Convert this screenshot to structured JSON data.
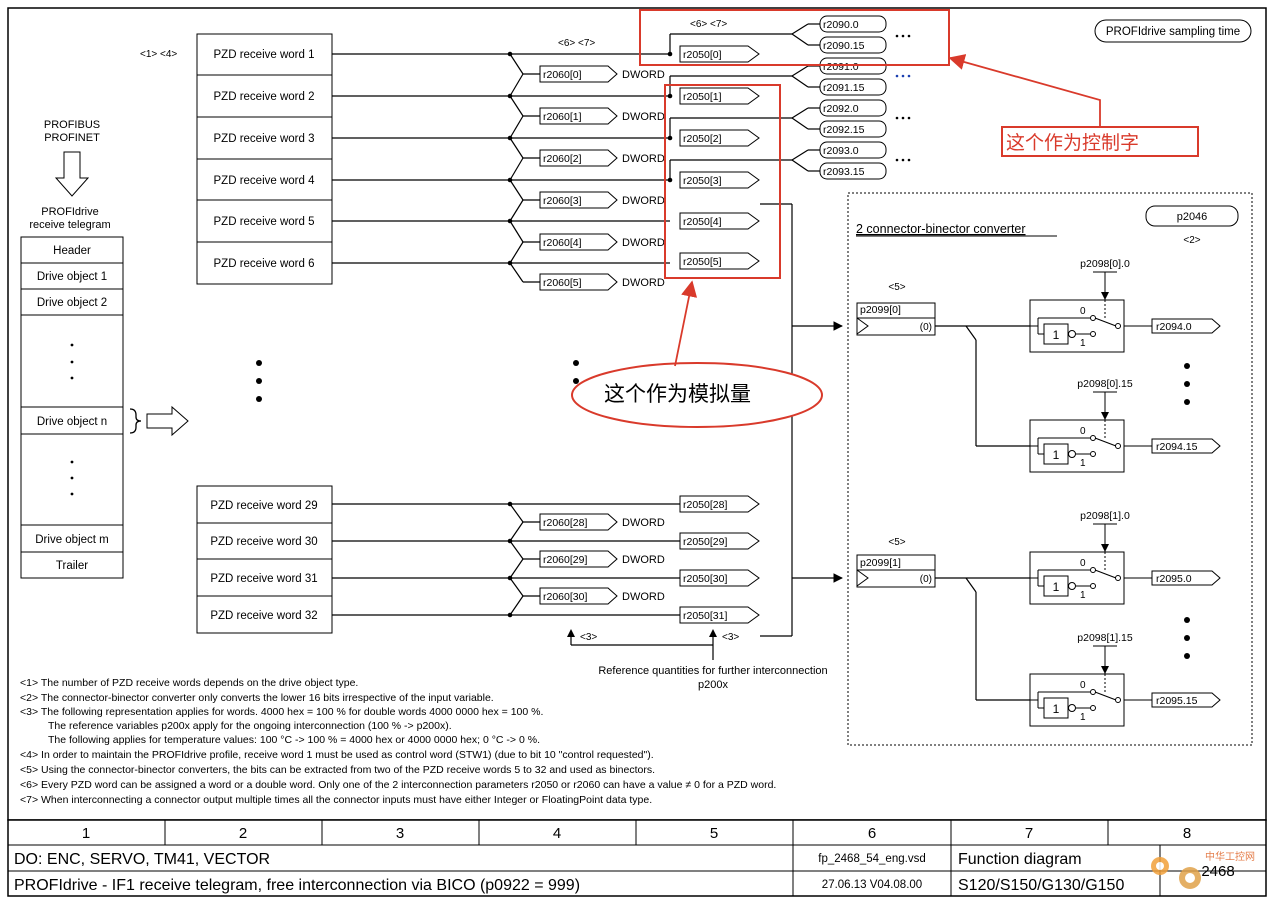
{
  "header": {
    "sampling_time": "PROFIdrive sampling time",
    "fieldbus_line1": "PROFIBUS",
    "fieldbus_line2": "PROFINET",
    "telegram_line1": "PROFIdrive",
    "telegram_line2": "receive telegram",
    "ref_1_4": "<1>  <4>",
    "ref_6_7_left": "<6>  <7>",
    "ref_6_7_top": "<6>   <7>"
  },
  "telegram_blocks": [
    "Header",
    "Drive object 1",
    "Drive object 2",
    "Drive object n",
    "Drive object m",
    "Trailer"
  ],
  "pzd_words_top": [
    "PZD receive word 1",
    "PZD receive word 2",
    "PZD receive word 3",
    "PZD receive word 4",
    "PZD receive word 5",
    "PZD receive word 6"
  ],
  "pzd_words_bottom": [
    "PZD receive word 29",
    "PZD receive word 30",
    "PZD receive word 31",
    "PZD receive word 32"
  ],
  "r2060_top": [
    "r2060[0]",
    "r2060[1]",
    "r2060[2]",
    "r2060[3]",
    "r2060[4]",
    "r2060[5]"
  ],
  "r2060_bottom": [
    "r2060[28]",
    "r2060[29]",
    "r2060[30]"
  ],
  "dword_label": "DWORD",
  "r2050_top": [
    "r2050[0]",
    "r2050[1]",
    "r2050[2]",
    "r2050[3]",
    "r2050[4]",
    "r2050[5]"
  ],
  "r2050_bottom": [
    "r2050[28]",
    "r2050[29]",
    "r2050[30]",
    "r2050[31]"
  ],
  "r209x": [
    "r2090.0",
    "r2090.15",
    "r2091.0",
    "r2091.15",
    "r2092.0",
    "r2092.15",
    "r2093.0",
    "r2093.15"
  ],
  "converter": {
    "title": "2 connector-binector converter",
    "param": "p2046",
    "ref2": "<2>",
    "ref5": "<5>",
    "p2099_0": "p2099[0]",
    "p2099_1": "p2099[1]",
    "zero": "(0)",
    "p2098_00": "p2098[0].0",
    "p2098_015": "p2098[0].15",
    "p2098_10": "p2098[1].0",
    "p2098_115": "p2098[1].15",
    "out": [
      "r2094.0",
      "r2094.15",
      "r2095.0",
      "r2095.15"
    ],
    "sw_0": "0",
    "sw_1": "1"
  },
  "ref3": "<3>",
  "reference_note_line1": "Reference quantities for further interconnection",
  "reference_note_line2": "p200x",
  "annotations": {
    "control_word": "这个作为控制字",
    "analog": "这个作为模拟量"
  },
  "notes": [
    "<1> The number of PZD receive words depends on the drive object type.",
    "<2> The connector-binector converter only converts the lower 16 bits irrespective of the input variable.",
    "<3> The following representation applies for words. 4000 hex = 100 % for double words  4000 0000 hex = 100 %.",
    "The reference variables p200x apply for the ongoing interconnection (100 % -> p200x).",
    "The following applies for temperature values: 100 °C -> 100 % = 4000 hex or 4000 0000 hex; 0 °C -> 0 %.",
    "<4> In order to maintain the PROFIdrive profile, receive word 1 must be used as control word (STW1) (due to bit 10 \"control requested\").",
    "<5> Using the connector-binector converters, the bits can be extracted from two of the PZD receive words 5 to 32 and used as binectors.",
    "<6> Every PZD word can be assigned a word or a double word. Only one of the 2 interconnection parameters r2050 or r2060 can have a value ≠ 0 for a PZD word.",
    "<7> When interconnecting a connector output multiple times all the connector inputs must have either Integer or FloatingPoint data type."
  ],
  "footer": {
    "columns": [
      "1",
      "2",
      "3",
      "4",
      "5",
      "6",
      "7",
      "8"
    ],
    "do_line": "DO: ENC, SERVO, TM41, VECTOR",
    "title_line": "PROFIdrive - IF1 receive telegram, free interconnection via BICO (p0922 = 999)",
    "file": "fp_2468_54_eng.vsd",
    "date_version": "27.06.13  V04.08.00",
    "function_diagram": "Function diagram",
    "product": "S120/S150/G130/G150",
    "page_no": "2468",
    "watermark_text": "中华工控网"
  }
}
